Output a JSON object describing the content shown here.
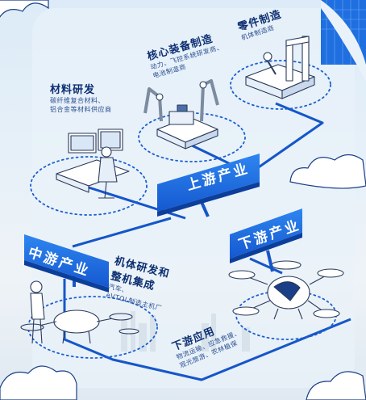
{
  "nodes": {
    "material": {
      "title": "材料研发",
      "lines": [
        "碳纤维复合材料、",
        "铝合金等材料供应商"
      ]
    },
    "core": {
      "title": "核心装备制造",
      "lines": [
        "动力、飞控系统研发商、",
        "电池制造商"
      ]
    },
    "parts": {
      "title": "零件制造",
      "lines": [
        "机体制造商"
      ]
    },
    "body": {
      "title_lines": [
        "机体研发和",
        "整机集成"
      ],
      "lines": [
        "汽车、",
        "eVTOL制造主机厂"
      ]
    },
    "apps": {
      "title": "下游应用",
      "lines": [
        "物流运输、应急救援、",
        "观光旅游、农林植保"
      ]
    }
  },
  "signs": {
    "upstream": "上游产业",
    "midstream": "中游产业",
    "downstream": "下游产业"
  },
  "colors": {
    "sign_blue": "#1d6fe0",
    "link_blue": "#1556c9",
    "ink": "#0d2f72"
  }
}
